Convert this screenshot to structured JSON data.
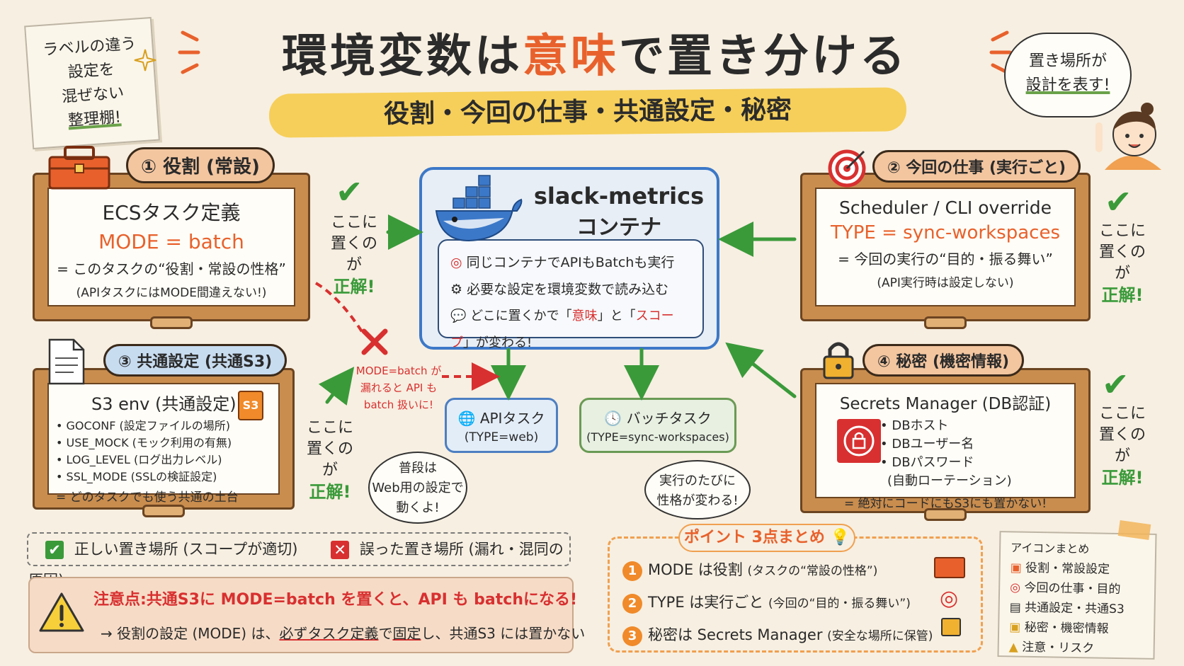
{
  "title": {
    "part1": "環境変数は",
    "part2": "意味",
    "part3": "で置き分ける"
  },
  "subtitle": "役割・今回の仕事・共通設定・秘密",
  "note_card": {
    "line1": "ラベルの違う",
    "line2": "設定を",
    "line3": "混ぜない",
    "line4": "整理棚!"
  },
  "bubble_right": {
    "line1": "置き場所が",
    "line2": "設計を表す!"
  },
  "box1": {
    "label": "① 役割 (常設)",
    "heading": "ECSタスク定義",
    "value": "MODE = batch",
    "desc": "= このタスクの“役割・常設の性格”",
    "note": "(APIタスクにはMODE間違えない!)"
  },
  "box2": {
    "label": "② 今回の仕事 (実行ごと)",
    "heading": "Scheduler / CLI override",
    "value": "TYPE = sync-workspaces",
    "desc": "= 今回の実行の“目的・振る舞い”",
    "note": "(API実行時は設定しない)"
  },
  "box3": {
    "label": "③ 共通設定 (共通S3)",
    "heading": "S3 env (共通設定)",
    "badge": "S3",
    "items": [
      "GOCONF (設定ファイルの場所)",
      "USE_MOCK (モック利用の有無)",
      "LOG_LEVEL (ログ出力レベル)",
      "SSL_MODE (SSLの検証設定)"
    ],
    "footer": "= どのタスクでも使う共通の土台"
  },
  "box4": {
    "label": "④ 秘密 (機密情報)",
    "heading": "Secrets Manager (DB認証)",
    "items": [
      "DBホスト",
      "DBユーザー名",
      "DBパスワード"
    ],
    "sub": "(自動ローテーション)",
    "footer": "= 絶対にコードにもS3にも置かない!"
  },
  "ok_text": {
    "line1": "ここに",
    "line2": "置くのが",
    "line3": "正解!"
  },
  "container": {
    "title_line1": "slack-metrics",
    "title_line2": "コンテナ",
    "lines": [
      "同じコンテナでAPIもBatchも実行",
      "必要な設定を環境変数で読み込む"
    ],
    "line3_a": "どこに置くかで「",
    "line3_b": "意味",
    "line3_c": "」と「",
    "line3_d": "スコープ",
    "line3_e": "」が変わる!"
  },
  "wrong_note": {
    "line1": "MODE=batch が",
    "line2": "漏れると API も",
    "line3": "batch 扱いに!"
  },
  "api_task": {
    "name": "APIタスク",
    "type": "(TYPE=web)"
  },
  "batch_task": {
    "name": "バッチタスク",
    "type": "(TYPE=sync-workspaces)"
  },
  "speech_api": {
    "line1": "普段は",
    "line2": "Web用の設定で",
    "line3": "動くよ!"
  },
  "speech_batch": {
    "line1": "実行のたびに",
    "line2": "性格が変わる!"
  },
  "legend": {
    "correct": "正しい置き場所 (スコープが適切)",
    "wrong": "誤った置き場所 (漏れ・混同の原因)"
  },
  "warning": {
    "title": "注意点:共通S3に MODE=batch を置くと、API も batchになる!",
    "body_a": "→ 役割の設定 (MODE) は、",
    "body_b": "必ずタスク定義",
    "body_c": "で",
    "body_d": "固定",
    "body_e": "し、共通S3 には置かない"
  },
  "points": {
    "title": "ポイント 3点まとめ",
    "items": [
      {
        "num": "1",
        "main": "MODE は役割",
        "sub": "(タスクの“常設の性格”)"
      },
      {
        "num": "2",
        "main": "TYPE は実行ごと",
        "sub": "(今回の“目的・振る舞い”)"
      },
      {
        "num": "3",
        "main": "秘密は Secrets Manager",
        "sub": "(安全な場所に保管)"
      }
    ]
  },
  "icons_note": {
    "title": "アイコンまとめ",
    "items": [
      "役割・常設設定",
      "今回の仕事・目的",
      "共通設定・共通S3",
      "秘密・機密情報",
      "注意・リスク"
    ]
  },
  "colors": {
    "accent": "#e8612c",
    "ok": "#3a9a3a",
    "wrong": "#d83030",
    "docker": "#3c78c8",
    "crate": "#c98d4e"
  }
}
